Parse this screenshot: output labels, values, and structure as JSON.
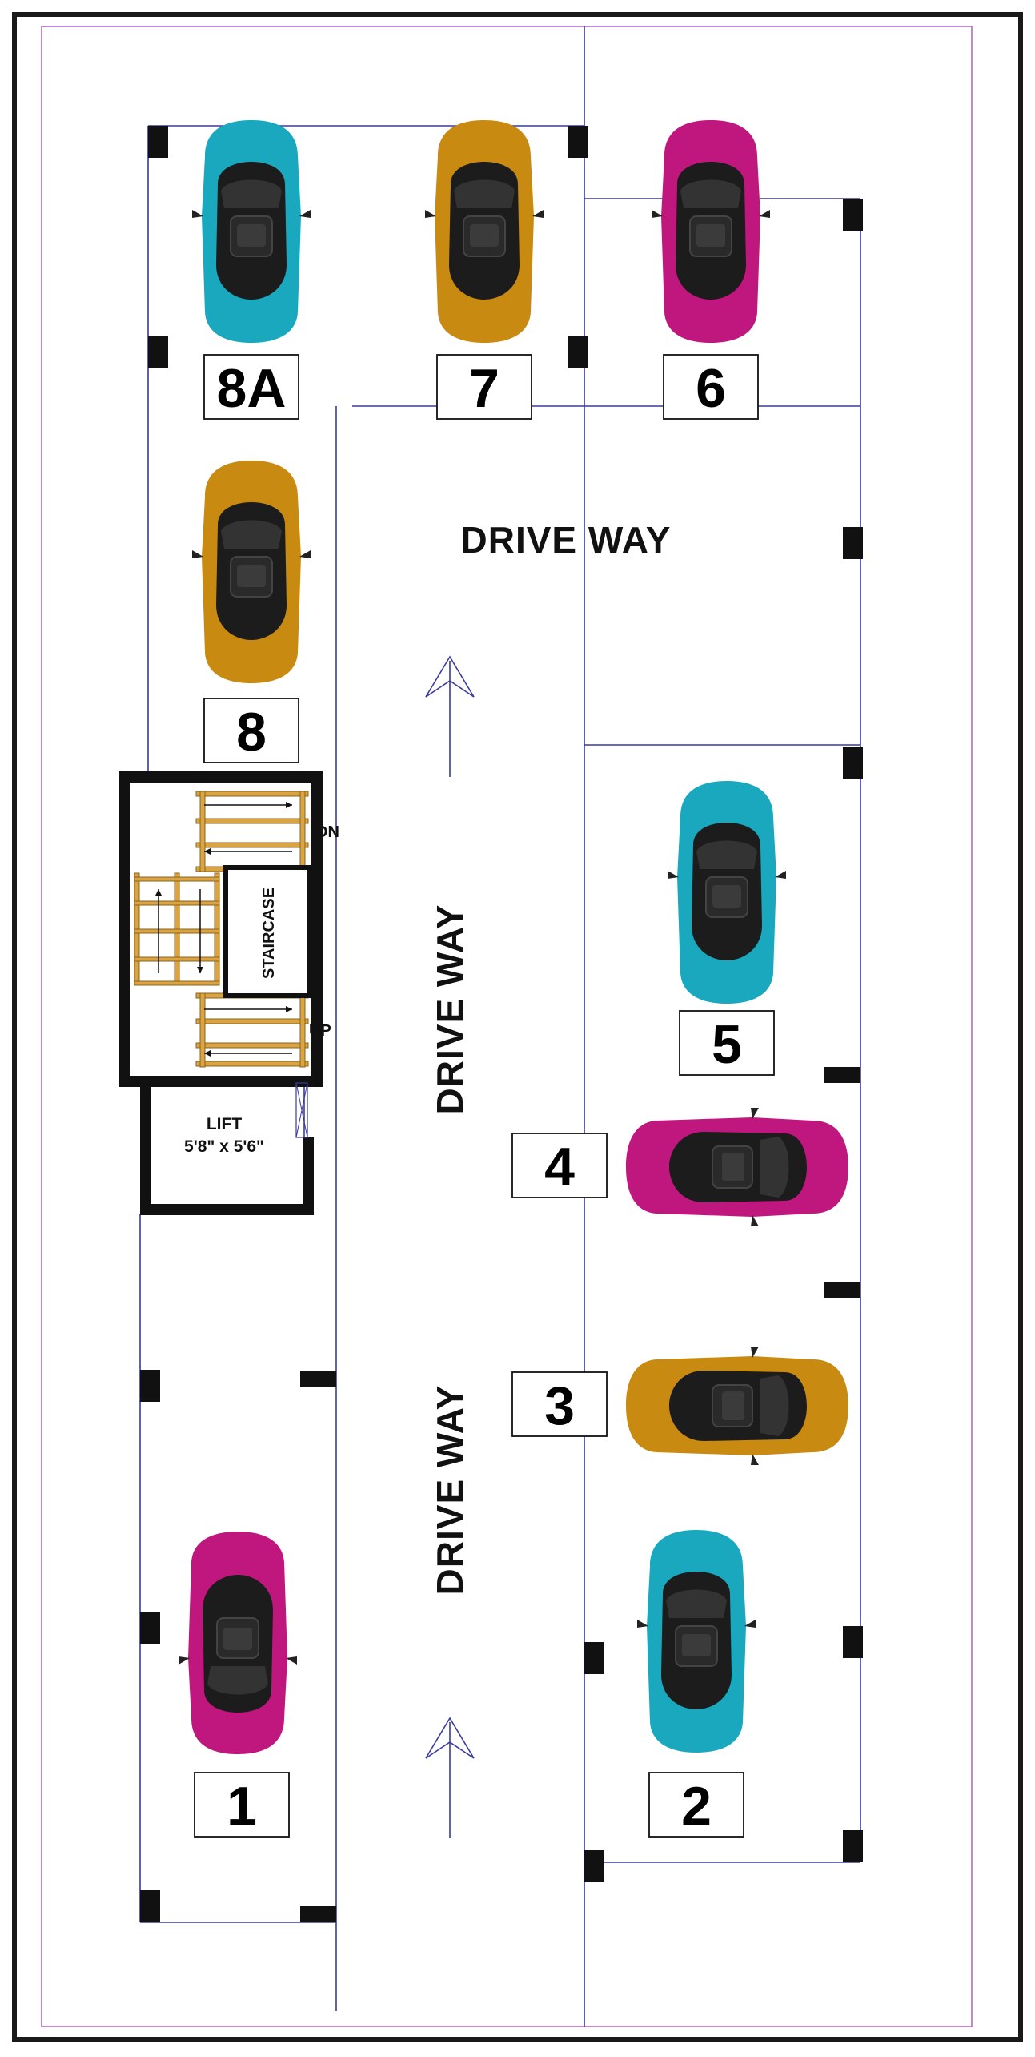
{
  "plan": {
    "drive_way_top": "DRIVE WAY",
    "drive_way_mid": "DRIVE WAY",
    "drive_way_bottom": "DRIVE WAY",
    "staircase": "STAIRCASE",
    "stairs_down": "DN",
    "stairs_up": "UP",
    "lift": "LIFT",
    "lift_size": "5'8\" x 5'6\"",
    "spaces": [
      "8A",
      "7",
      "6",
      "8",
      "5",
      "4",
      "3",
      "1",
      "2"
    ]
  },
  "colors": {
    "outer_border": "#1a1a1a",
    "inner_border": "#b060c0",
    "plan_lines": "#3a3aa0",
    "teal_car": "#1aa8be",
    "orange_car": "#c98a12",
    "magenta_car": "#c0177e",
    "stair_tread": "#d9a441",
    "wall": "#111111"
  },
  "cars": [
    {
      "id": "car-8a",
      "color": "teal"
    },
    {
      "id": "car-7",
      "color": "orange"
    },
    {
      "id": "car-6",
      "color": "magenta"
    },
    {
      "id": "car-8",
      "color": "orange"
    },
    {
      "id": "car-5",
      "color": "teal"
    },
    {
      "id": "car-4",
      "color": "magenta"
    },
    {
      "id": "car-3",
      "color": "orange"
    },
    {
      "id": "car-1",
      "color": "magenta"
    },
    {
      "id": "car-2",
      "color": "teal"
    }
  ]
}
